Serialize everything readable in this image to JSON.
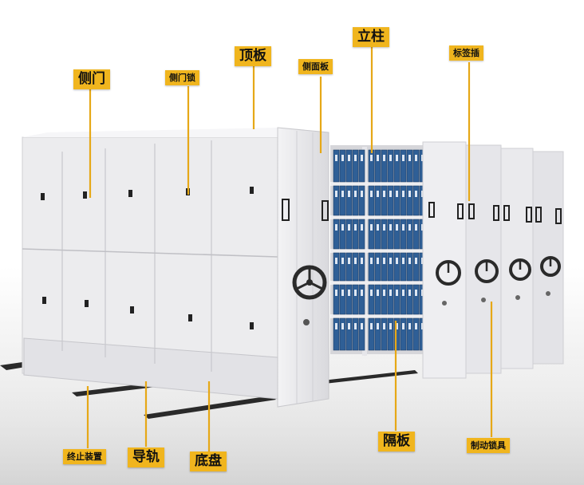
{
  "labels": {
    "side_door": "侧门",
    "side_door_lock": "侧门锁",
    "top_panel": "顶板",
    "side_panel": "侧面板",
    "upright": "立柱",
    "label_slot": "标签插",
    "stop_device": "终止装置",
    "guide_rail": "导轨",
    "base_plate": "底盘",
    "shelf_divider": "隔板",
    "brake_lock": "制动锁具"
  },
  "colors": {
    "label_bg": "#f0b51e",
    "leader_line": "#e6a817",
    "cabinet_body": "#e9e9ec",
    "binder_blue": "#2f5f96"
  }
}
